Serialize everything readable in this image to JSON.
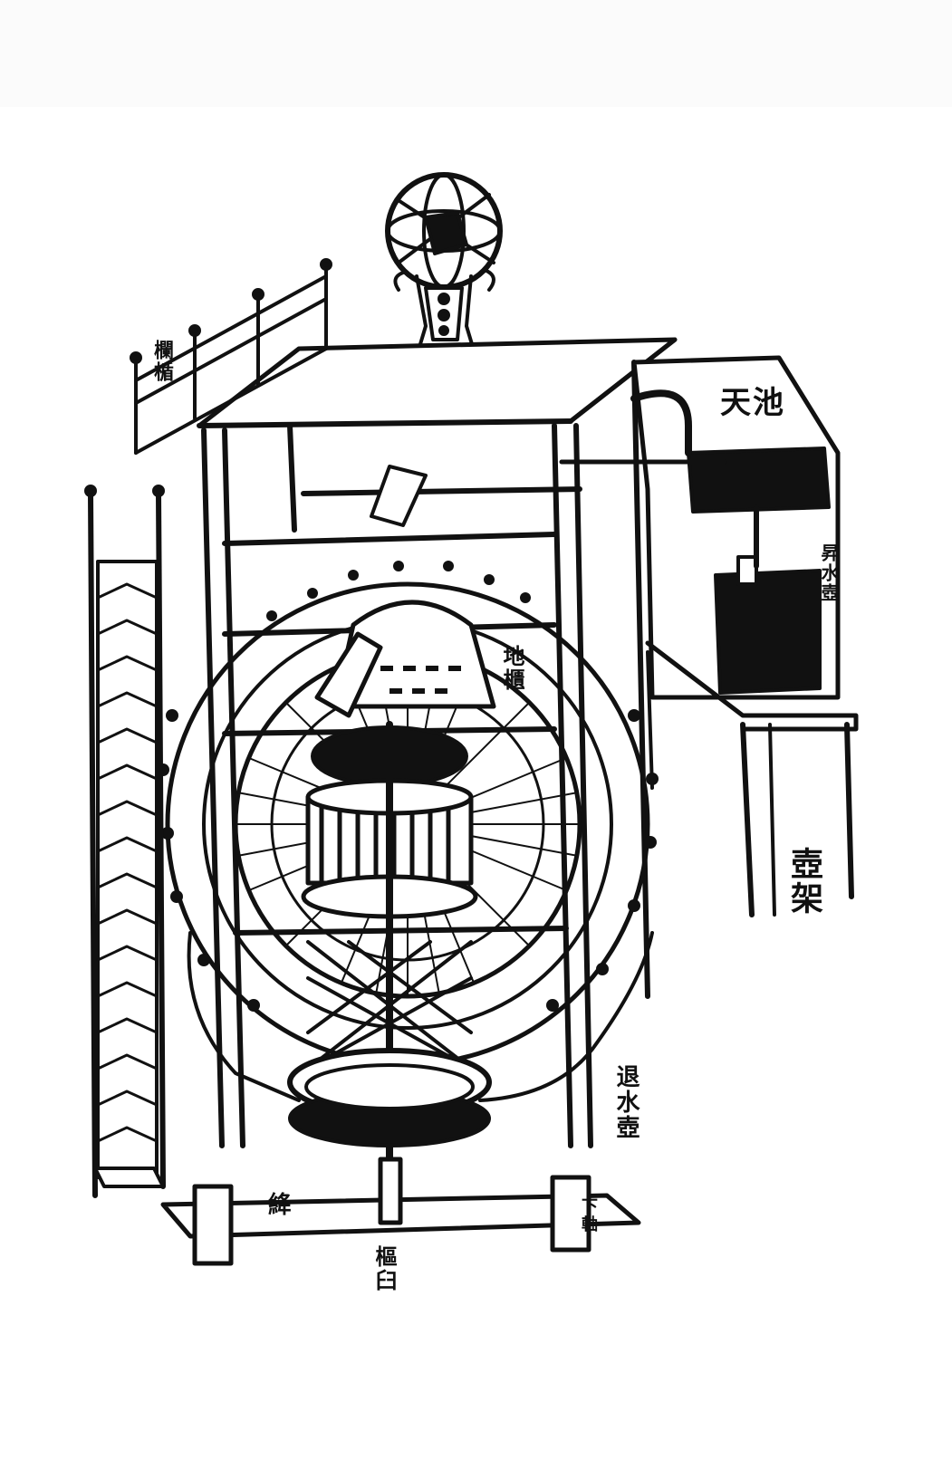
{
  "colors": {
    "ink": "#111111",
    "paper": "#ffffff",
    "band": "#fbfbfb"
  },
  "labels": {
    "tianchi": "天池",
    "shengshui_ke": "昇水壺",
    "huke_jia": "壺架",
    "tuishui_hu": "退水壺",
    "dihu": "地櫃",
    "shugui": "樞臼",
    "jiangqi": "絳",
    "xiaqu": "下軸",
    "lanqi": "欄楯"
  }
}
